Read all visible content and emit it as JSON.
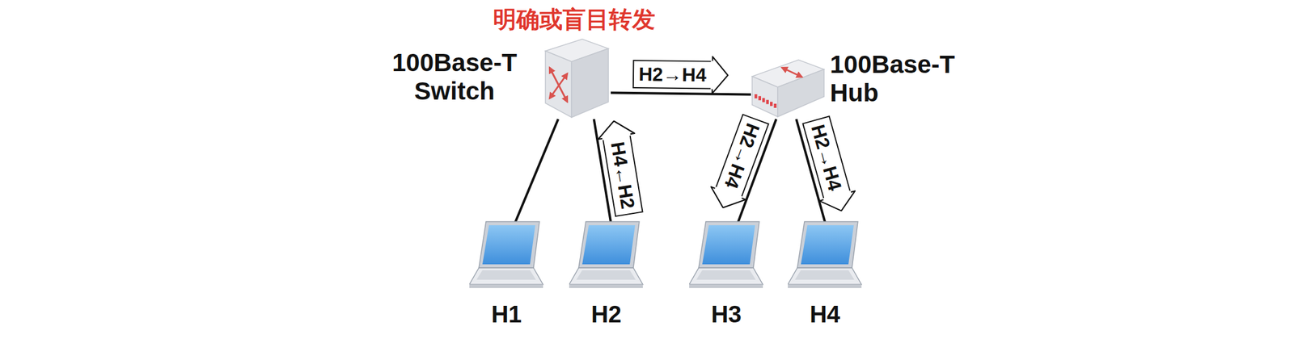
{
  "diagram": {
    "title": "明确或盲目转发",
    "nodes": [
      {
        "text": [
          "100Base-T Switch"
        ]
      },
      {
        "text": [
          "100Base-T Hub"
        ]
      },
      {
        "text": [
          "H1"
        ]
      },
      {
        "text": [
          "H2"
        ]
      },
      {
        "text": [
          "H3"
        ]
      },
      {
        "text": [
          "H4"
        ]
      }
    ],
    "edges": [
      {
        "from": 0,
        "to": 2,
        "arrow": "none"
      },
      {
        "from": 0,
        "to": 3,
        "arrow": "none",
        "label": "H4←H2"
      },
      {
        "from": 0,
        "to": 1,
        "arrow": "none",
        "label": "H2→H4"
      },
      {
        "from": 1,
        "to": 4,
        "arrow": "none",
        "label": "H2→H4"
      },
      {
        "from": 1,
        "to": 5,
        "arrow": "none",
        "label": "H2→H4"
      }
    ]
  }
}
